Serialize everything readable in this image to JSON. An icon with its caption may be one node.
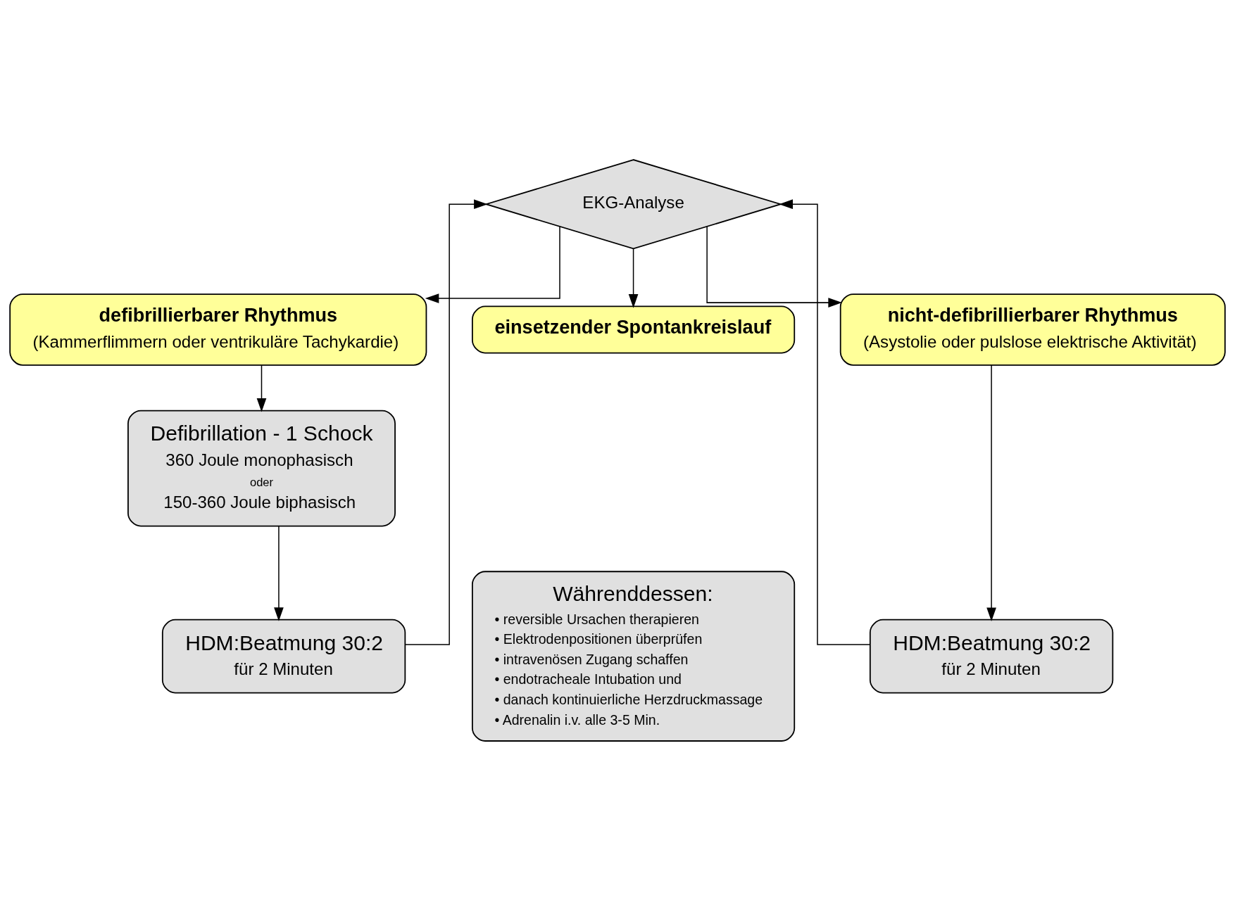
{
  "diagram": {
    "nodes": [
      {
        "text": [
          "EKG-Analyse"
        ]
      },
      {
        "text": [
          "defibrillierbarer Rhythmus",
          "(Kammerflimmern oder ventrikuläre Tachykardie)"
        ]
      },
      {
        "text": [
          "nicht-defibrillierbarer Rhythmus",
          "(Asystolie oder pulslose elektrische Aktivität)"
        ]
      },
      {
        "text": [
          "einsetzender Spontankreislauf"
        ]
      },
      {
        "text": [
          "Defibrillation - 1 Schock",
          "360 Joule monophasisch",
          "oder",
          "150-360 Joule biphasisch"
        ]
      },
      {
        "text": [
          "Währenddessen:",
          "• reversible Ursachen therapieren",
          "• Elektrodenpositionen überprüfen",
          "• intravenösen Zugang schaffen",
          "• endotracheale Intubation und",
          "• danach kontinuierliche Herzdruckmassage",
          "• Adrenalin i.v. alle 3-5 Min."
        ]
      },
      {
        "text": [
          "HDM:Beatmung 30:2",
          "für 2 Minuten"
        ]
      },
      {
        "text": [
          "HDM:Beatmung 30:2",
          "für 2 Minuten"
        ]
      }
    ],
    "edges": [
      {
        "from": 0,
        "to": 1,
        "arrow": "to"
      },
      {
        "from": 0,
        "to": 3,
        "arrow": "to"
      },
      {
        "from": 0,
        "to": 2,
        "arrow": "to"
      },
      {
        "from": 1,
        "to": 4,
        "arrow": "to"
      },
      {
        "from": 4,
        "to": 6,
        "arrow": "to"
      },
      {
        "from": 6,
        "to": 0,
        "arrow": "to"
      },
      {
        "from": 2,
        "to": 7,
        "arrow": "to"
      },
      {
        "from": 7,
        "to": 0,
        "arrow": "to"
      }
    ]
  }
}
